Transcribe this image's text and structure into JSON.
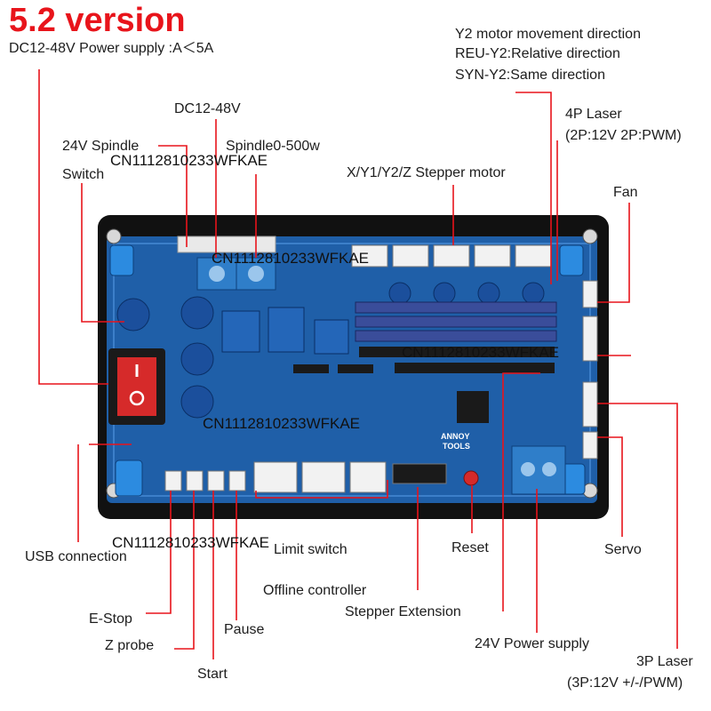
{
  "title": "5.2 version",
  "labels": {
    "power_supply": "DC12-48V Power supply :A＜5A",
    "dc_input": "DC12-48V",
    "spindle_24v": "24V Spindle",
    "switch": "Switch",
    "spindle_0_500w": "Spindle0-500w",
    "stepper_motor": "X/Y1/Y2/Z Stepper motor",
    "y2_direction": "Y2 motor movement direction",
    "reu_y2": "REU-Y2:Relative direction",
    "syn_y2": "SYN-Y2:Same direction",
    "laser_4p": "4P Laser",
    "laser_4p_detail": "(2P:12V 2P:PWM)",
    "fan": "Fan",
    "usb_connection": "USB connection",
    "limit_switch": "Limit switch",
    "reset": "Reset",
    "servo": "Servo",
    "offline_controller": "Offline controller",
    "stepper_extension": "Stepper Extension",
    "e_stop": "E-Stop",
    "z_probe": "Z probe",
    "pause": "Pause",
    "start": "Start",
    "power_24v": "24V Power supply",
    "laser_3p": "3P Laser",
    "laser_3p_detail": "(3P:12V +/-/PWM)",
    "board_brand_1": "ANNOY",
    "board_brand_2": "TOOLS"
  },
  "watermark": "CN1112810233WFKAE",
  "colors": {
    "title": "#e8141b",
    "leader_line": "#e8141b",
    "board": "#1f5fa8",
    "base_plate": "#111111",
    "connector": "#f2f2f2",
    "switch_red": "#d62a2a"
  }
}
